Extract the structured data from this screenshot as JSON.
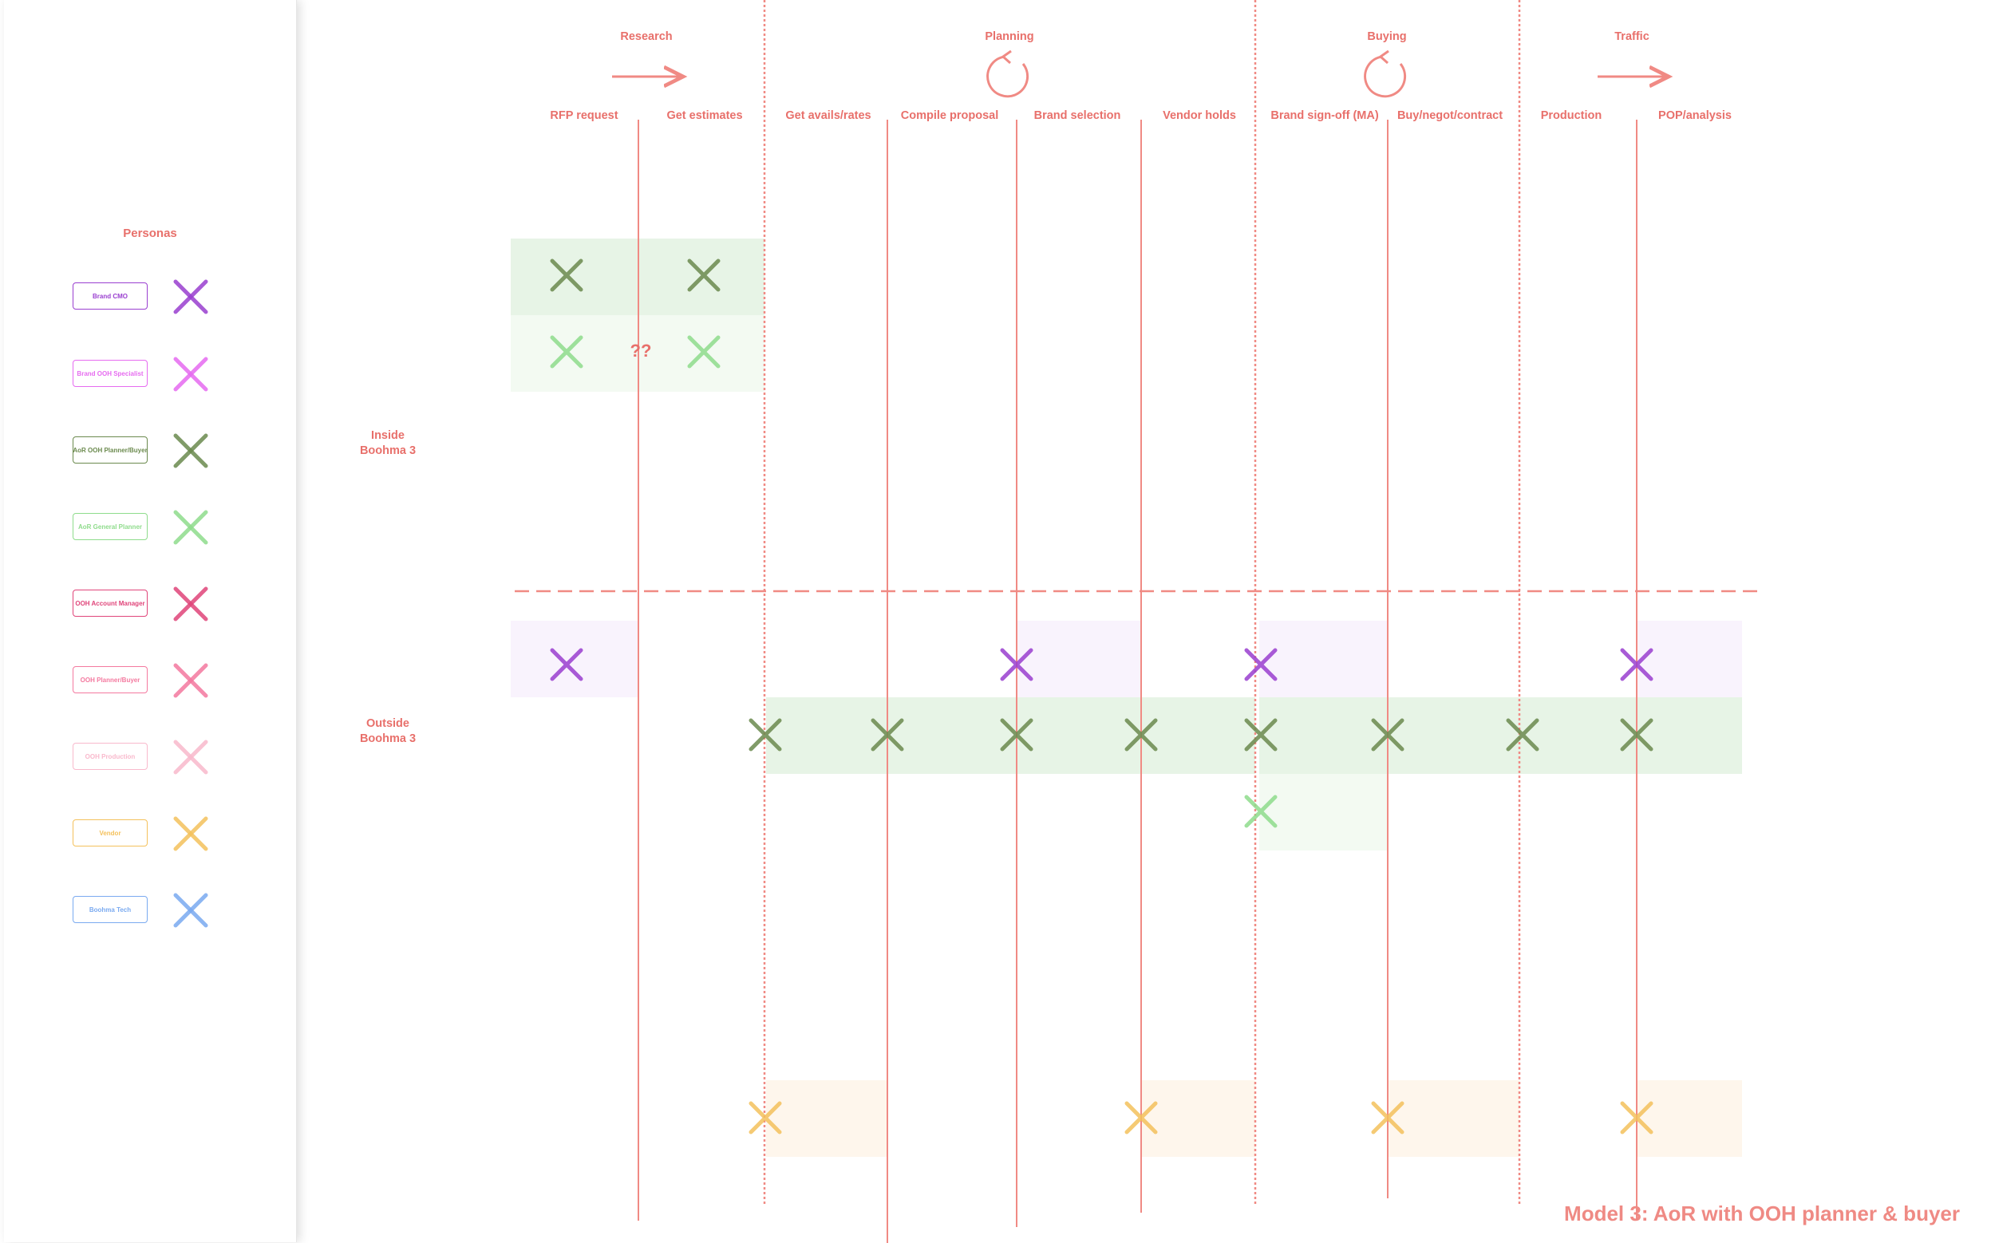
{
  "title": "Model 3:  AoR with OOH planner & buyer",
  "personas_heading": "Personas",
  "personas": [
    {
      "id": "brand-cmo",
      "label": "Brand CMO",
      "color": "#9a3fd0",
      "fill": "#f9f3fd"
    },
    {
      "id": "brand-ooh-specialist",
      "label": "Brand OOH Specialist",
      "color": "#e66bf0",
      "fill": "#fdf2fe"
    },
    {
      "id": "aor-ooh-planner-buyer",
      "label": "AoR OOH Planner/Buyer",
      "color": "#6b8a4e",
      "fill": "#e7f4e6"
    },
    {
      "id": "aor-general-planner",
      "label": "AoR General Planner",
      "color": "#8fdc8c",
      "fill": "#f3faf2"
    },
    {
      "id": "ooh-account-manager",
      "label": "OOH Account Manager",
      "color": "#e0457a",
      "fill": "#fdecf2"
    },
    {
      "id": "ooh-planner-buyer",
      "label": "OOH Planner/Buyer",
      "color": "#f4799f",
      "fill": "#fef0f5"
    },
    {
      "id": "ooh-production",
      "label": "OOH Production",
      "color": "#f9b9cc",
      "fill": "#fff5f8"
    },
    {
      "id": "vendor",
      "label": "Vendor",
      "color": "#f4c15c",
      "fill": "#fef6ec"
    },
    {
      "id": "boohma-tech",
      "label": "Boohma Tech",
      "color": "#7aaaf0",
      "fill": "#eef5fe"
    }
  ],
  "phases": [
    {
      "id": "research",
      "label": "Research",
      "icon": "arrow-right-icon"
    },
    {
      "id": "planning",
      "label": "Planning",
      "icon": "cycle-icon"
    },
    {
      "id": "buying",
      "label": "Buying",
      "icon": "cycle-icon"
    },
    {
      "id": "traffic",
      "label": "Traffic",
      "icon": "arrow-right-icon"
    }
  ],
  "steps": [
    "RFP request",
    "Get estimates",
    "Get avails/rates",
    "Compile proposal",
    "Brand selection",
    "Vendor holds",
    "Brand sign-off (MA)",
    "Buy/negot/contract",
    "Production",
    "POP/analysis"
  ],
  "zones": [
    {
      "id": "inside",
      "line1": "Inside",
      "line2": "Boohma 3"
    },
    {
      "id": "outside",
      "line1": "Outside",
      "line2": "Boohma 3"
    }
  ],
  "question_mark": "??",
  "colors": {
    "accent": "#e8706b",
    "line": "#f08a84"
  },
  "assignments": [
    {
      "zone": "inside",
      "persona": "aor-ooh-planner-buyer",
      "steps": [
        0,
        1
      ]
    },
    {
      "zone": "inside",
      "persona": "aor-general-planner",
      "steps": [
        0,
        1
      ]
    },
    {
      "zone": "outside",
      "persona": "brand-cmo",
      "steps": [
        0,
        4,
        6,
        9
      ]
    },
    {
      "zone": "outside",
      "persona": "aor-ooh-planner-buyer",
      "steps": [
        2,
        3,
        4,
        5,
        6,
        7,
        8,
        9
      ]
    },
    {
      "zone": "outside",
      "persona": "aor-general-planner",
      "steps": [
        6
      ]
    },
    {
      "zone": "outside",
      "persona": "vendor",
      "steps": [
        2,
        5,
        7,
        9
      ]
    }
  ]
}
